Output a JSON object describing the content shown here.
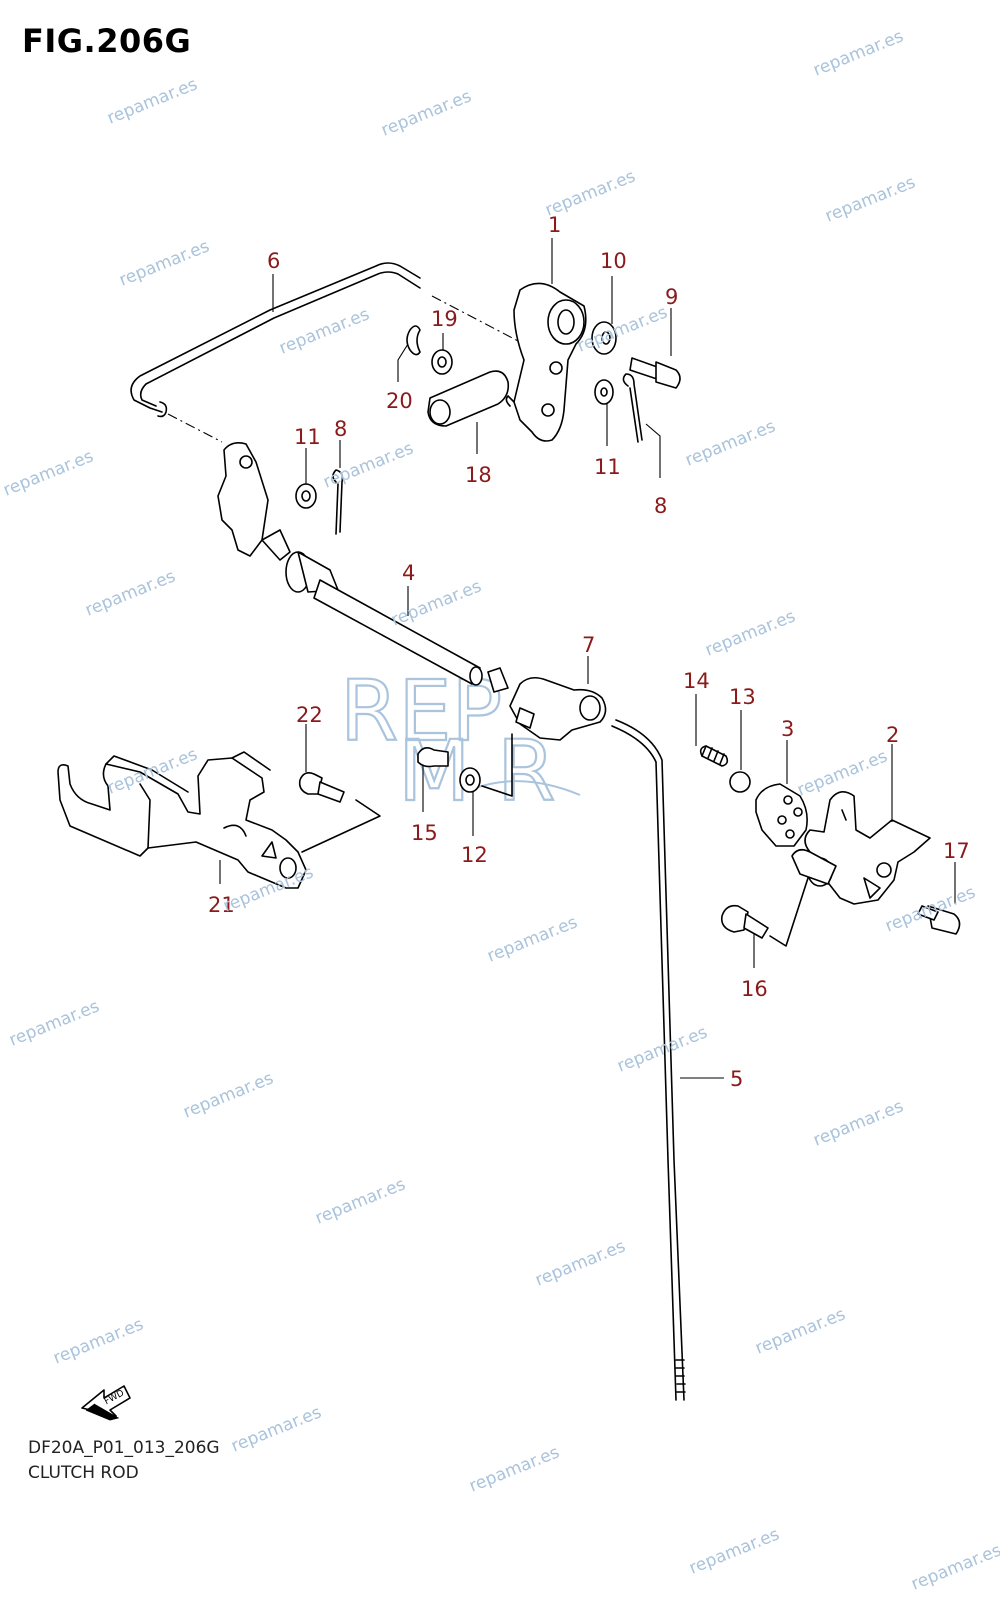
{
  "figure": {
    "title": "FIG.206G",
    "code": "DF20A_P01_013_206G",
    "name": "CLUTCH ROD"
  },
  "watermark": {
    "text": "repamar.es",
    "logo_top": "REP",
    "logo_bottom": "M R",
    "color": "#a9c3dc"
  },
  "callouts": [
    {
      "id": "c1",
      "label": "1"
    },
    {
      "id": "c2",
      "label": "2"
    },
    {
      "id": "c3",
      "label": "3"
    },
    {
      "id": "c4",
      "label": "4"
    },
    {
      "id": "c5",
      "label": "5"
    },
    {
      "id": "c6",
      "label": "6"
    },
    {
      "id": "c7",
      "label": "7"
    },
    {
      "id": "c8a",
      "label": "8"
    },
    {
      "id": "c8b",
      "label": "8"
    },
    {
      "id": "c9",
      "label": "9"
    },
    {
      "id": "c10",
      "label": "10"
    },
    {
      "id": "c11a",
      "label": "11"
    },
    {
      "id": "c11b",
      "label": "11"
    },
    {
      "id": "c12",
      "label": "12"
    },
    {
      "id": "c13",
      "label": "13"
    },
    {
      "id": "c14",
      "label": "14"
    },
    {
      "id": "c15",
      "label": "15"
    },
    {
      "id": "c16",
      "label": "16"
    },
    {
      "id": "c17",
      "label": "17"
    },
    {
      "id": "c18",
      "label": "18"
    },
    {
      "id": "c19",
      "label": "19"
    },
    {
      "id": "c20",
      "label": "20"
    },
    {
      "id": "c21",
      "label": "21"
    },
    {
      "id": "c22",
      "label": "22"
    }
  ],
  "fwd_label": "FWD",
  "colors": {
    "callout": "#8b1a1a",
    "line": "#000000",
    "watermark": "#a9c3dc"
  }
}
